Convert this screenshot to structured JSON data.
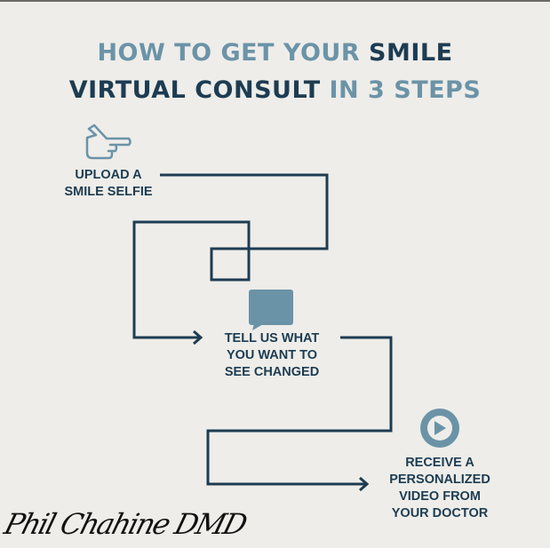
{
  "title": {
    "line1_light": "HOW TO GET YOUR",
    "line1_dark": "SMILE",
    "line2_dark": "VIRTUAL CONSULT",
    "line2_light": "IN 3 STEPS"
  },
  "steps": [
    {
      "icon": "pointing-hand-icon",
      "lines": [
        "UPLOAD A",
        "SMILE SELFIE"
      ]
    },
    {
      "icon": "speech-bubble-icon",
      "lines": [
        "TELL US WHAT",
        "YOU WANT TO",
        "SEE CHANGED"
      ]
    },
    {
      "icon": "play-icon",
      "lines": [
        "RECEIVE A",
        "PERSONALIZED",
        "VIDEO FROM",
        "YOUR DOCTOR"
      ]
    }
  ],
  "signature": "Phil Chahine DMD",
  "colors": {
    "dark": "#1d3c52",
    "light": "#6b93a8",
    "background": "#eeede9"
  }
}
